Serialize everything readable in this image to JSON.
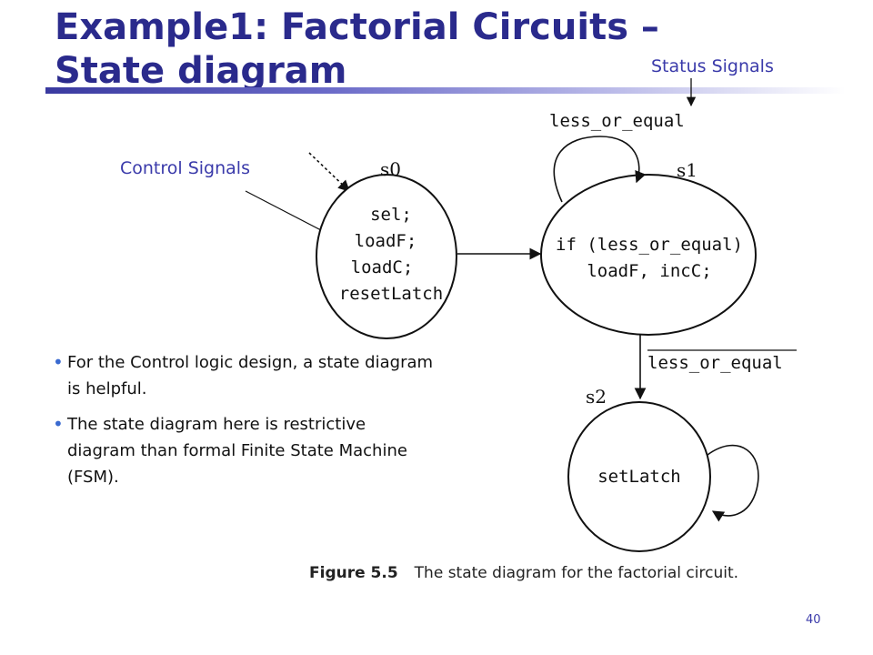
{
  "slide": {
    "title_line1": "Example1: Factorial Circuits –",
    "title_line2": "State diagram",
    "page_number": "40"
  },
  "callouts": {
    "status_signals": "Status Signals",
    "control_signals": "Control Signals"
  },
  "bullets": [
    "For the Control logic design, a state diagram is helpful.",
    "The state diagram here is restrictive diagram than formal Finite State Machine (FSM)."
  ],
  "diagram": {
    "states": [
      {
        "name": "s0",
        "lines": [
          "sel;",
          "loadF;",
          "loadC;",
          "resetLatch"
        ]
      },
      {
        "name": "s1",
        "lines": [
          "if (less_or_equal)",
          "loadF, incC;"
        ]
      },
      {
        "name": "s2",
        "lines": [
          "setLatch"
        ]
      }
    ],
    "transitions": {
      "s1_self_loop": "less_or_equal",
      "s1_to_s2": "less_or_equal"
    }
  },
  "figure": {
    "label": "Figure 5.5",
    "caption": "The state diagram for the factorial circuit."
  }
}
